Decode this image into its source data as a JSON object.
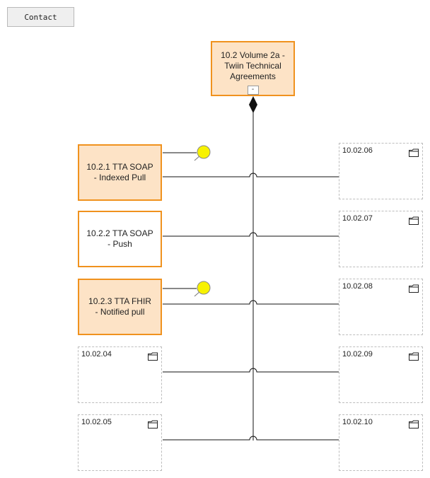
{
  "toolbar": {
    "contact_label": "Contact"
  },
  "root": {
    "label": "10.2 Volume 2a - Twiin Technical Agreements",
    "collapse_symbol": "-"
  },
  "children": [
    {
      "label": "10.2.1 TTA SOAP - Indexed Pull",
      "style": "filled",
      "has_marker": true
    },
    {
      "label": "10.2.2 TTA SOAP - Push",
      "style": "outline",
      "has_marker": false
    },
    {
      "label": "10.2.3 TTA FHIR - Notified pull",
      "style": "filled",
      "has_marker": true
    }
  ],
  "left_folders": [
    {
      "code": "10.02.04"
    },
    {
      "code": "10.02.05"
    }
  ],
  "right_folders": [
    {
      "code": "10.02.06"
    },
    {
      "code": "10.02.07"
    },
    {
      "code": "10.02.08"
    },
    {
      "code": "10.02.09"
    },
    {
      "code": "10.02.10"
    }
  ],
  "colors": {
    "node_fill": "#fde3c6",
    "node_border": "#f0921e",
    "marker_fill": "#f7f200",
    "folder_border": "#bdbdbd"
  },
  "icons": {
    "folder": "folder-icon",
    "marker": "lightbulb-marker-icon",
    "aggregation": "diamond-icon"
  }
}
